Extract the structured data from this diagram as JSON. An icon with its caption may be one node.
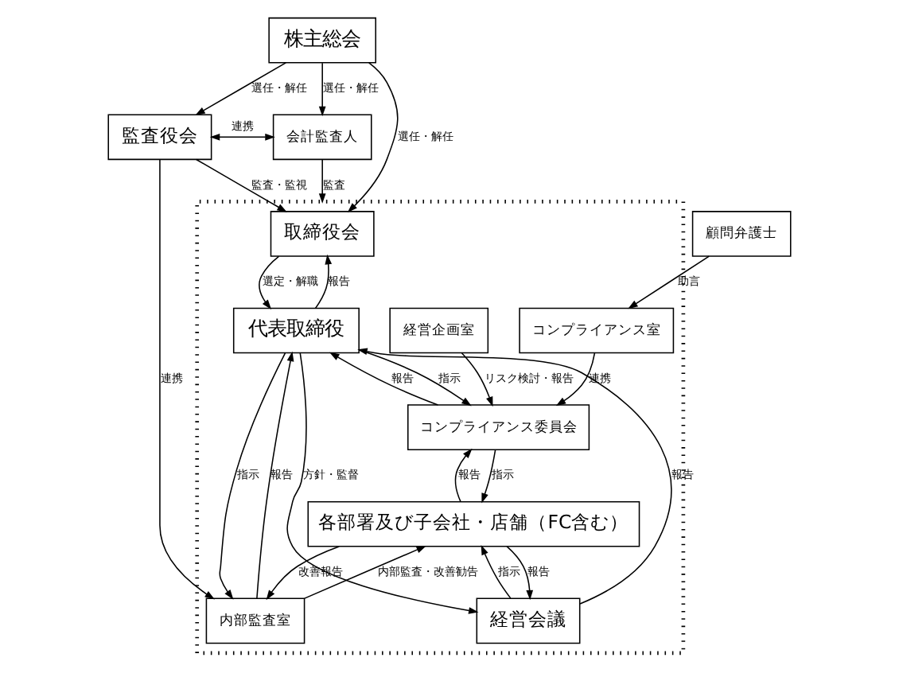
{
  "diagram": {
    "nodes": [
      {
        "text": [
          "株主総会"
        ]
      },
      {
        "text": [
          "会計監査人"
        ]
      },
      {
        "text": [
          "顧問弁護士"
        ]
      },
      {
        "text": [
          "監査役会"
        ]
      },
      {
        "text": [],
        "shape": "box"
      },
      {
        "text": [
          "取締役会"
        ],
        "in": 4
      },
      {
        "text": [
          "代表取締役"
        ],
        "in": 4
      },
      {
        "text": [
          "内部監査室"
        ],
        "in": 4
      },
      {
        "text": [
          "経営会議"
        ],
        "in": 4
      },
      {
        "text": [
          "コンプライアンス室"
        ],
        "in": 4
      },
      {
        "text": [
          "コンプライアンス委員会"
        ],
        "in": 4
      },
      {
        "text": [
          "経営企画室"
        ],
        "in": 4
      },
      {
        "text": [
          "各部署及び子会社・店舗（FC含む）"
        ],
        "in": 4
      }
    ],
    "edges": [
      {
        "from": 0,
        "to": 1,
        "arrow": "to",
        "label": "選任・解任"
      },
      {
        "from": 0,
        "to": 3,
        "arrow": "to",
        "label": "選任・解任"
      },
      {
        "from": 0,
        "to": 5,
        "arrow": "to",
        "label": "選任・解任"
      },
      {
        "from": 3,
        "to": 1,
        "arrow": "both",
        "label": "連携"
      },
      {
        "from": 1,
        "to": 4,
        "arrow": "to",
        "label": "監査"
      },
      {
        "from": 3,
        "to": 5,
        "arrow": "to",
        "label": "監査・監視"
      },
      {
        "from": 3,
        "to": 7,
        "arrow": "to",
        "label": "連携"
      },
      {
        "from": 6,
        "to": 7,
        "arrow": "to",
        "label": "指示"
      },
      {
        "from": 7,
        "to": 6,
        "arrow": "to",
        "label": "報告"
      },
      {
        "from": 6,
        "to": 5,
        "arrow": "to",
        "label": "報告"
      },
      {
        "from": 5,
        "to": 6,
        "arrow": "to",
        "label": "選定・解職"
      },
      {
        "from": 6,
        "to": 8,
        "arrow": "to",
        "label": "方針・監督"
      },
      {
        "from": 8,
        "to": 6,
        "arrow": "to",
        "label": "報告"
      },
      {
        "from": 10,
        "to": 6,
        "arrow": "to",
        "label": "報告"
      },
      {
        "from": 6,
        "to": 10,
        "arrow": "to",
        "label": "指示"
      },
      {
        "from": 7,
        "to": 12,
        "arrow": "to",
        "label": "内部監査・改善勧告"
      },
      {
        "from": 12,
        "to": 7,
        "arrow": "to",
        "label": "改善報告"
      },
      {
        "from": 2,
        "to": 9,
        "arrow": "to",
        "label": "助言"
      },
      {
        "from": 9,
        "to": 10,
        "arrow": "to",
        "label": "連携"
      },
      {
        "from": 10,
        "to": 12,
        "arrow": "to",
        "label": "指示"
      },
      {
        "from": 12,
        "to": 10,
        "arrow": "to",
        "label": "報告"
      },
      {
        "from": 8,
        "to": 12,
        "arrow": "to",
        "label": "指示"
      },
      {
        "from": 12,
        "to": 8,
        "arrow": "to",
        "label": "報告"
      },
      {
        "from": 11,
        "to": 10,
        "arrow": "to",
        "label": "リスク検討・報告"
      }
    ]
  }
}
